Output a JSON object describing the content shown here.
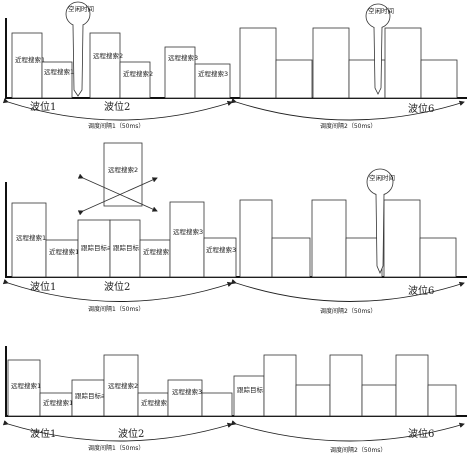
{
  "panel1": {
    "idle_time": "空闲时间",
    "idle_time_2": "空闲时间",
    "remote_search_1": "近程搜索1",
    "remote_search_1_alt": "远程搜索1",
    "near_search_1": "近程搜索1",
    "remote_search_2": "远程搜索2",
    "near_search_2": "近程搜索2",
    "remote_search_3": "远程搜索3",
    "near_search_3": "近程搜索3",
    "wave1": "波位1",
    "wave2": "波位2",
    "wave6": "波位6",
    "interval1": "调度间隔1（50ms）",
    "interval2": "调度间隔2（50ms）"
  },
  "panel2": {
    "idle_time": "空闲时间",
    "remote_search_2": "远程搜索2",
    "remote_search_1": "远程搜索1",
    "near_search_1": "近程搜索1",
    "track_a": "跟踪目标a",
    "track_b": "跟踪目标b",
    "near_search_2": "近程搜索2",
    "remote_search_3": "远程搜索3",
    "near_search_3": "近程搜索3",
    "wave1": "波位1",
    "wave2": "波位2",
    "wave6": "波位6",
    "interval1": "调度间隔1（50ms）",
    "interval2": "调度间隔2（50ms）"
  },
  "panel3": {
    "remote_search_1": "远程搜索1",
    "near_search_1": "近程搜索1",
    "track_a": "跟踪目标a",
    "remote_search_2": "远程搜索2",
    "near_search_2": "近程搜索2",
    "remote_search_3": "远程搜索3",
    "track_b": "跟踪目标b",
    "wave1": "波位1",
    "wave2": "波位2",
    "wave6": "波位6",
    "interval1": "调度间隔1（50ms）",
    "interval2": "调度间隔2（50ms）"
  }
}
